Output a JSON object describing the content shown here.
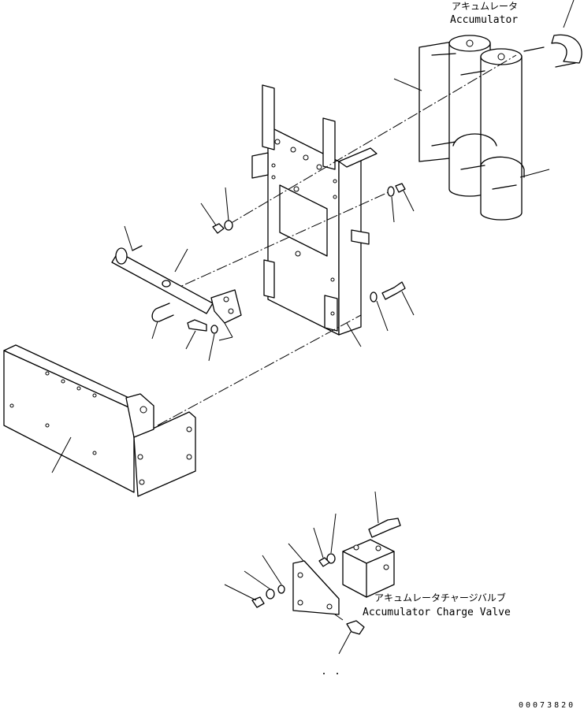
{
  "labels": {
    "accumulator_jp": "アキュムレータ",
    "accumulator_en": "Accumulator",
    "charge_valve_jp": "アキュムレータチャージバルブ",
    "charge_valve_en": "Accumulator Charge Valve"
  },
  "part_number": "00073820"
}
